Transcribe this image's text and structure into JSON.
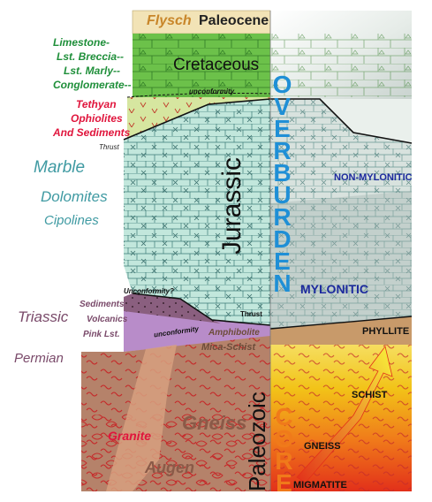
{
  "colors": {
    "flysch": "#f2e3b6",
    "cretaceous": "#6cc14a",
    "tethyan": "#d6e6a0",
    "jurassic": "#c2e7dc",
    "triassic_sed": "#8a5f7f",
    "triassic_volc": "#b88cc9",
    "permian": "#a37a63",
    "paleozoic_core": "#c0714a",
    "core_hot": "#f2c318",
    "core_center": "#e2301a",
    "overburden_text": "#1f8fd6",
    "core_text": "#f07a1a",
    "green_text": "#1f8f3a",
    "red_text": "#e0153c",
    "teal_text": "#3f9aa2",
    "purple_text": "#7a4a6a",
    "navy_text": "#1d2a9e"
  },
  "left_labels": {
    "flysch": "Flysch",
    "paleocene": "Paleocene",
    "limestone": "Limestone-",
    "lst_breccia": "Lst. Breccia--",
    "lst_marly": "Lst. Marly--",
    "conglomerate": "Conglomerate--",
    "cretaceous": "Cretaceous",
    "unconformity_top": "unconformity",
    "tethyan_1": "Tethyan",
    "tethyan_2": "Ophiolites",
    "tethyan_3": "And Sediments",
    "thrust_left": "Thrust",
    "marble": "Marble",
    "dolomites": "Dolomites",
    "cipolines": "Cipolines",
    "jurassic": "Jurassic",
    "unconformity_q": "Unconformity?",
    "sediments": "Sediments",
    "volcanics": "Volcanics",
    "pink_lst": "Pink Lst.",
    "triassic": "Triassic",
    "unconformity_low": "unconformity",
    "thrust_mid": "Thrust",
    "amphibolite": "Amphibolite",
    "mica_schist": "Mica-Schist",
    "permian": "Permian",
    "paleozoic": "Paleozoic",
    "gneiss": "Gneiss",
    "granite": "Granite",
    "augen": "Augen"
  },
  "right_labels": {
    "overburden": "OVERBURDEN",
    "non_mylonitic": "NON-MYLONITIC",
    "mylonitic": "MYLONITIC",
    "core": "CORE",
    "phyllite": "PHYLLITE",
    "schist": "SCHIST",
    "gneiss": "GNEISS",
    "migmatite": "MIGMATITE"
  }
}
